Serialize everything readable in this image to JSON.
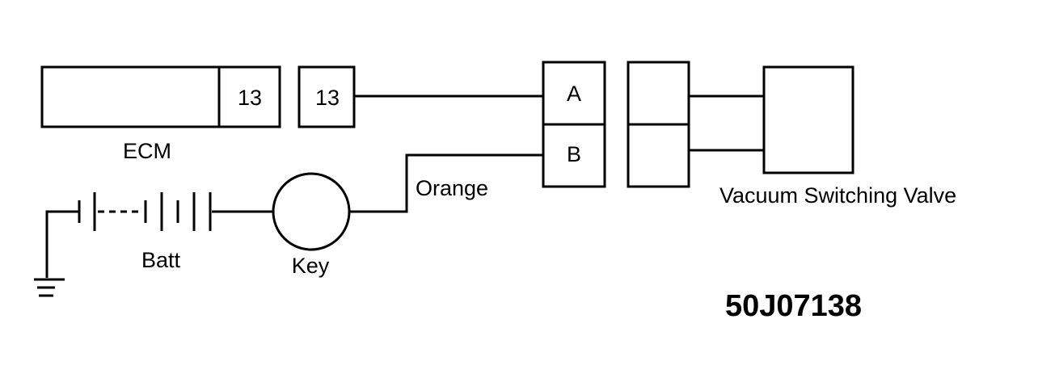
{
  "ecm": {
    "label": "ECM",
    "pin": "13"
  },
  "connector": {
    "pin": "13",
    "terminal_a": "A",
    "terminal_b": "B"
  },
  "battery": {
    "label": "Batt"
  },
  "key": {
    "label": "Key"
  },
  "wire": {
    "label": "Orange"
  },
  "vsv": {
    "label": "Vacuum Switching Valve"
  },
  "figure_code": "50J07138",
  "colors": {
    "line": "#000000",
    "background": "#ffffff"
  }
}
